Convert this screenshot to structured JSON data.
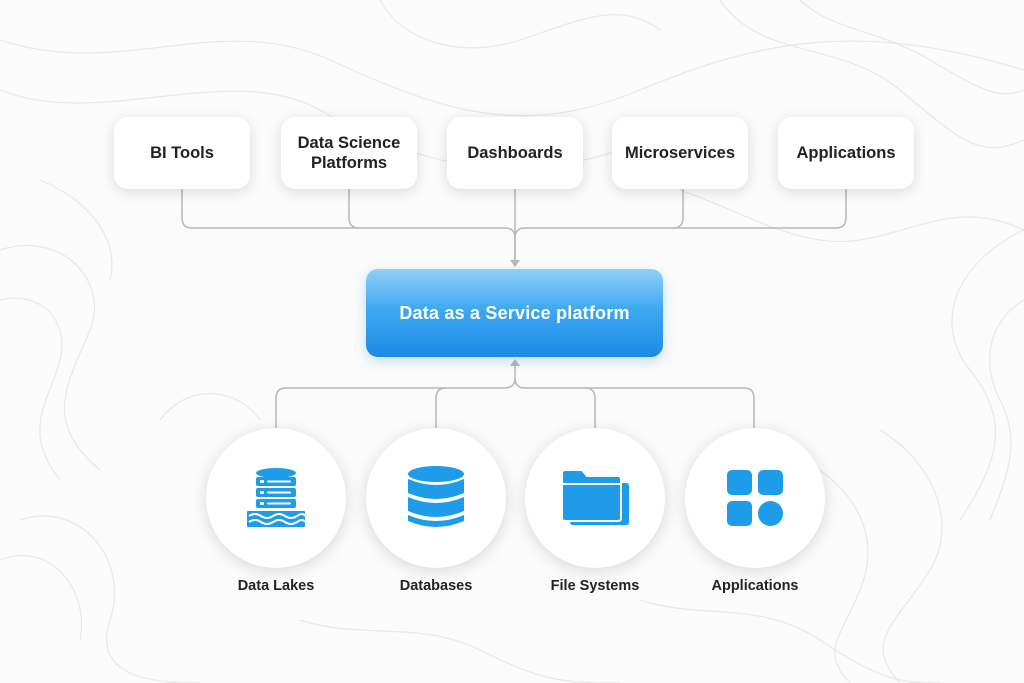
{
  "consumers": [
    {
      "label": "BI  Tools",
      "icon": null
    },
    {
      "label": "Data Science\nPlatforms",
      "icon": null
    },
    {
      "label": "Dashboards",
      "icon": null
    },
    {
      "label": "Microservices",
      "icon": null
    },
    {
      "label": "Applications",
      "icon": null
    }
  ],
  "platform": {
    "label": "Data as a Service platform"
  },
  "sources": [
    {
      "label": "Data Lakes",
      "icon": "database-water-icon"
    },
    {
      "label": "Databases",
      "icon": "database-icon"
    },
    {
      "label": "File Systems",
      "icon": "folder-icon"
    },
    {
      "label": "Applications",
      "icon": "apps-grid-icon"
    }
  ],
  "colors": {
    "accent": "#1e9be9",
    "connector": "#b8b8b8",
    "text": "#222222",
    "contour": "#e6e6e6"
  }
}
